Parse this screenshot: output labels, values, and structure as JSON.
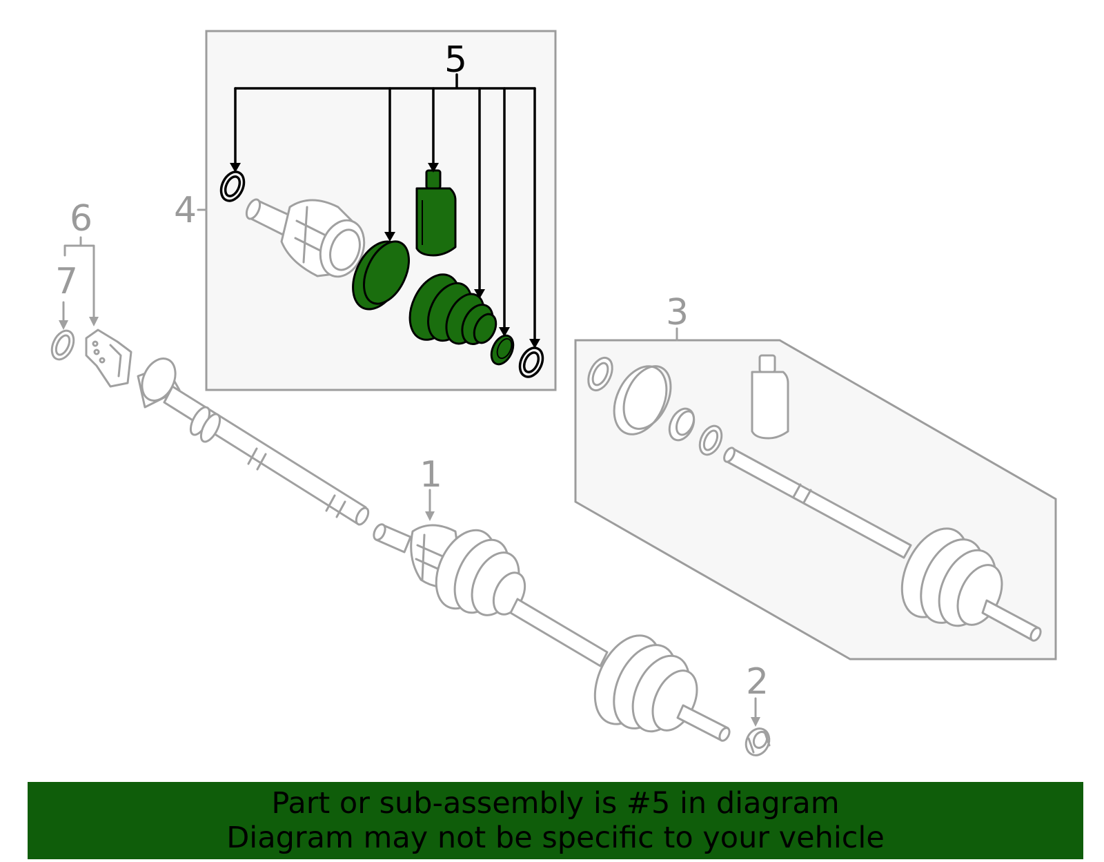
{
  "callouts": {
    "c1": "1",
    "c2": "2",
    "c3": "3",
    "c4": "4",
    "c5": "5",
    "c6": "6",
    "c7": "7"
  },
  "highlighted_part": "5",
  "banner": {
    "line1": "Part or sub-assembly is #5 in diagram",
    "line2": "Diagram may not be specific to your vehicle"
  },
  "colors": {
    "highlight": "#1a6e0e",
    "banner": "#0f5d0a",
    "linework": "#a0a0a0"
  }
}
